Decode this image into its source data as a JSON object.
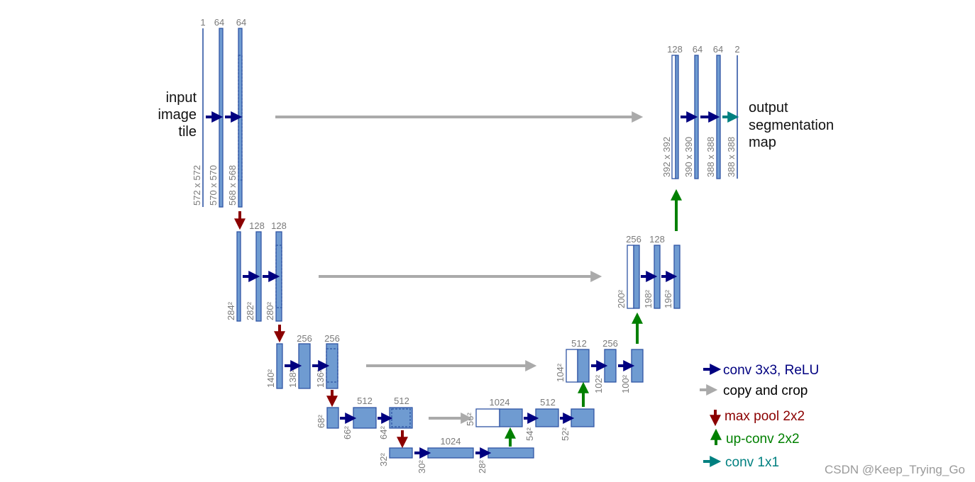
{
  "side_labels": {
    "input": [
      "input",
      "image",
      "tile"
    ],
    "output": [
      "output",
      "segmentation",
      "map"
    ]
  },
  "channels": {
    "l1": [
      "1",
      "64",
      "64"
    ],
    "l2": [
      "128",
      "128"
    ],
    "l3": [
      "256",
      "256"
    ],
    "l4": [
      "512",
      "512"
    ],
    "l5": [
      "1024"
    ],
    "u4": [
      "1024",
      "512"
    ],
    "u3": [
      "512",
      "256"
    ],
    "u2": [
      "256",
      "128"
    ],
    "u1": [
      "128",
      "64",
      "64",
      "2"
    ]
  },
  "sizes": {
    "l1": [
      "572 x 572",
      "570 x 570",
      "568 x 568"
    ],
    "l2": [
      "284²",
      "282²",
      "280²"
    ],
    "l3": [
      "140²",
      "138²",
      "136²"
    ],
    "l4": [
      "68²",
      "66²",
      "64²"
    ],
    "l5": [
      "32²",
      "30²",
      "28²"
    ],
    "u4": [
      "56²",
      "54²",
      "52²"
    ],
    "u3": [
      "104²",
      "102²",
      "100²"
    ],
    "u2": [
      "200²",
      "198²",
      "196²"
    ],
    "u1": [
      "392 x 392",
      "390 x 390",
      "388 x 388",
      "388 x 388"
    ]
  },
  "legend": [
    {
      "label": "conv 3x3, ReLU",
      "color": "#000080"
    },
    {
      "label": "copy and crop",
      "color": "#aaaaaa"
    },
    {
      "label": "max pool 2x2",
      "color": "#8b0000"
    },
    {
      "label": "up-conv 2x2",
      "color": "#008000"
    },
    {
      "label": "conv 1x1",
      "color": "#008080"
    }
  ],
  "legend_text_colors": [
    "#000080",
    "#000000",
    "#8b0000",
    "#008000",
    "#008080"
  ],
  "watermark": "CSDN @Keep_Trying_Go"
}
